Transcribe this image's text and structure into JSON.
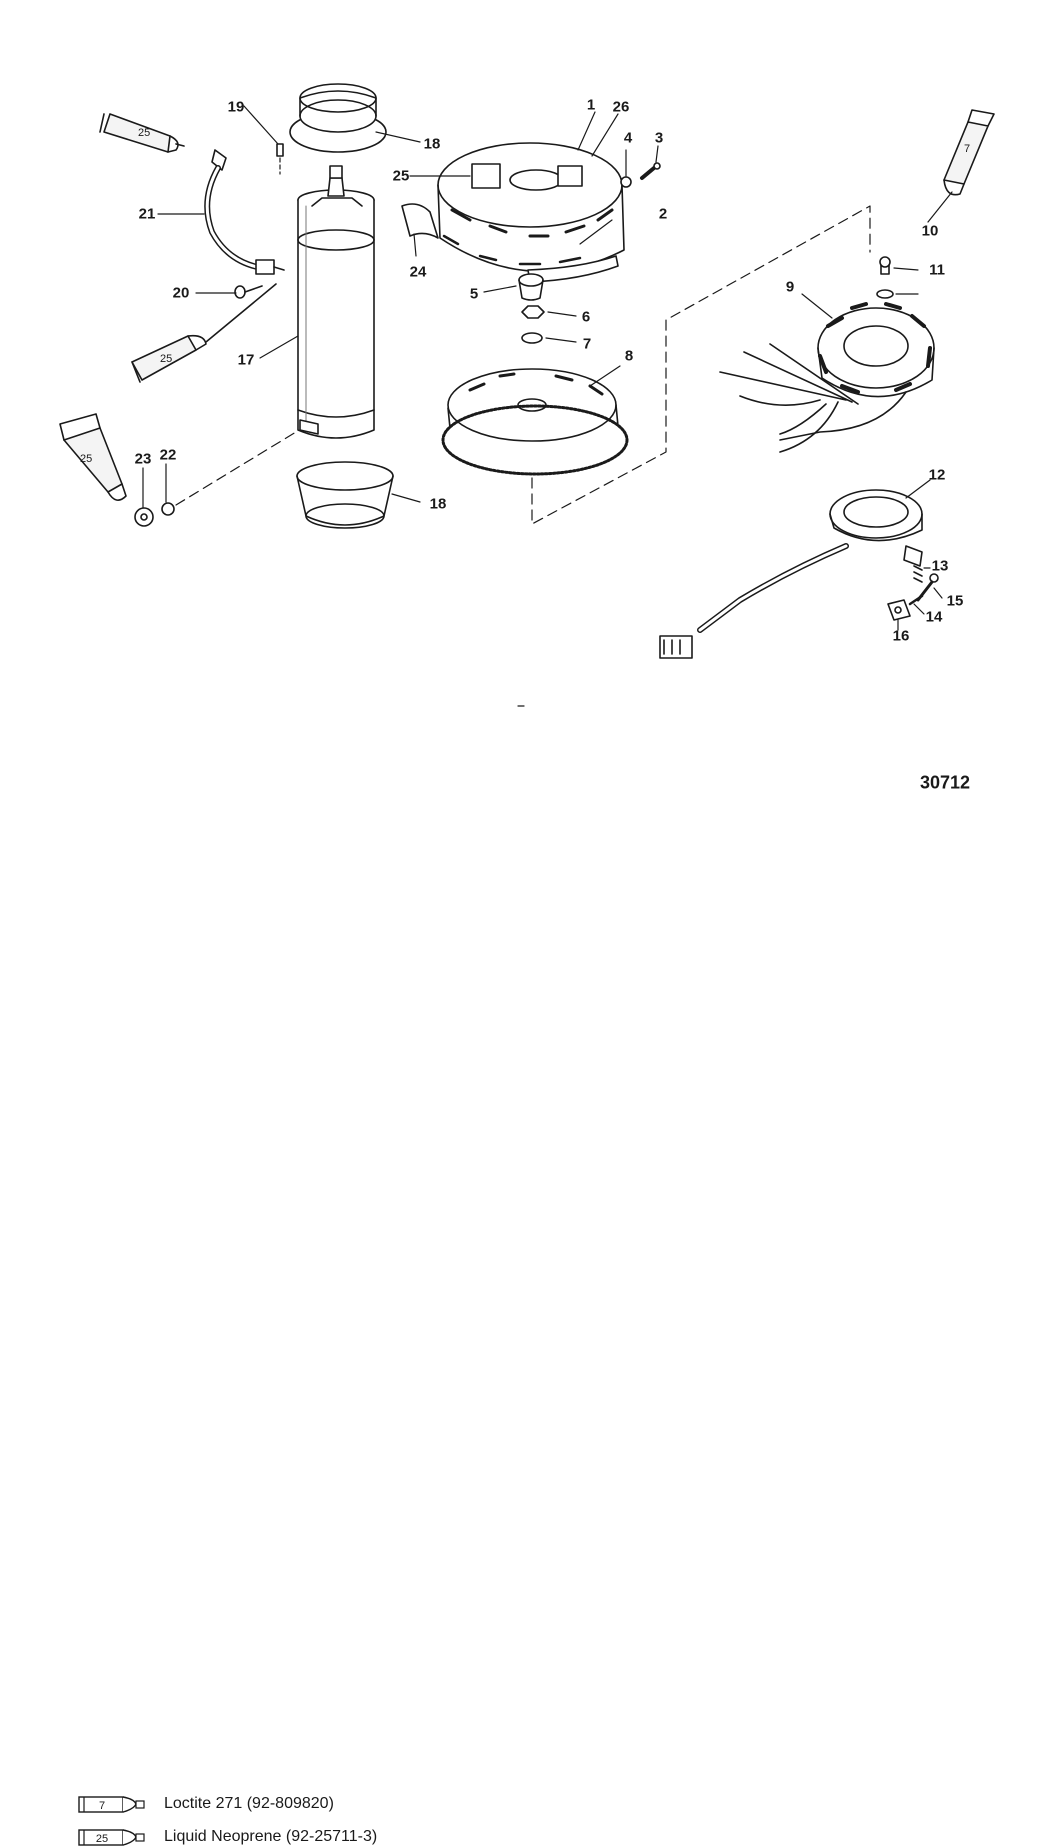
{
  "diagram": {
    "figure_number": "30712",
    "tube_labels": {
      "neoprene": "25",
      "loctite": "7"
    },
    "callouts": {
      "c1": "1",
      "c2": "2",
      "c3": "3",
      "c4": "4",
      "c5": "5",
      "c6": "6",
      "c7": "7",
      "c8": "8",
      "c9": "9",
      "c10": "10",
      "c11": "11",
      "c12": "12",
      "c13": "13",
      "c14": "14",
      "c15": "15",
      "c16": "16",
      "c17": "17",
      "c18a": "18",
      "c18b": "18",
      "c19": "19",
      "c20": "20",
      "c21": "21",
      "c22": "22",
      "c23": "23",
      "c24": "24",
      "c25": "25",
      "c26": "26"
    }
  },
  "legend": {
    "items": [
      {
        "tube_number": "7",
        "text": "Loctite 271 (92-809820)"
      },
      {
        "tube_number": "25",
        "text": "Liquid Neoprene (92-25711-3)"
      }
    ]
  }
}
